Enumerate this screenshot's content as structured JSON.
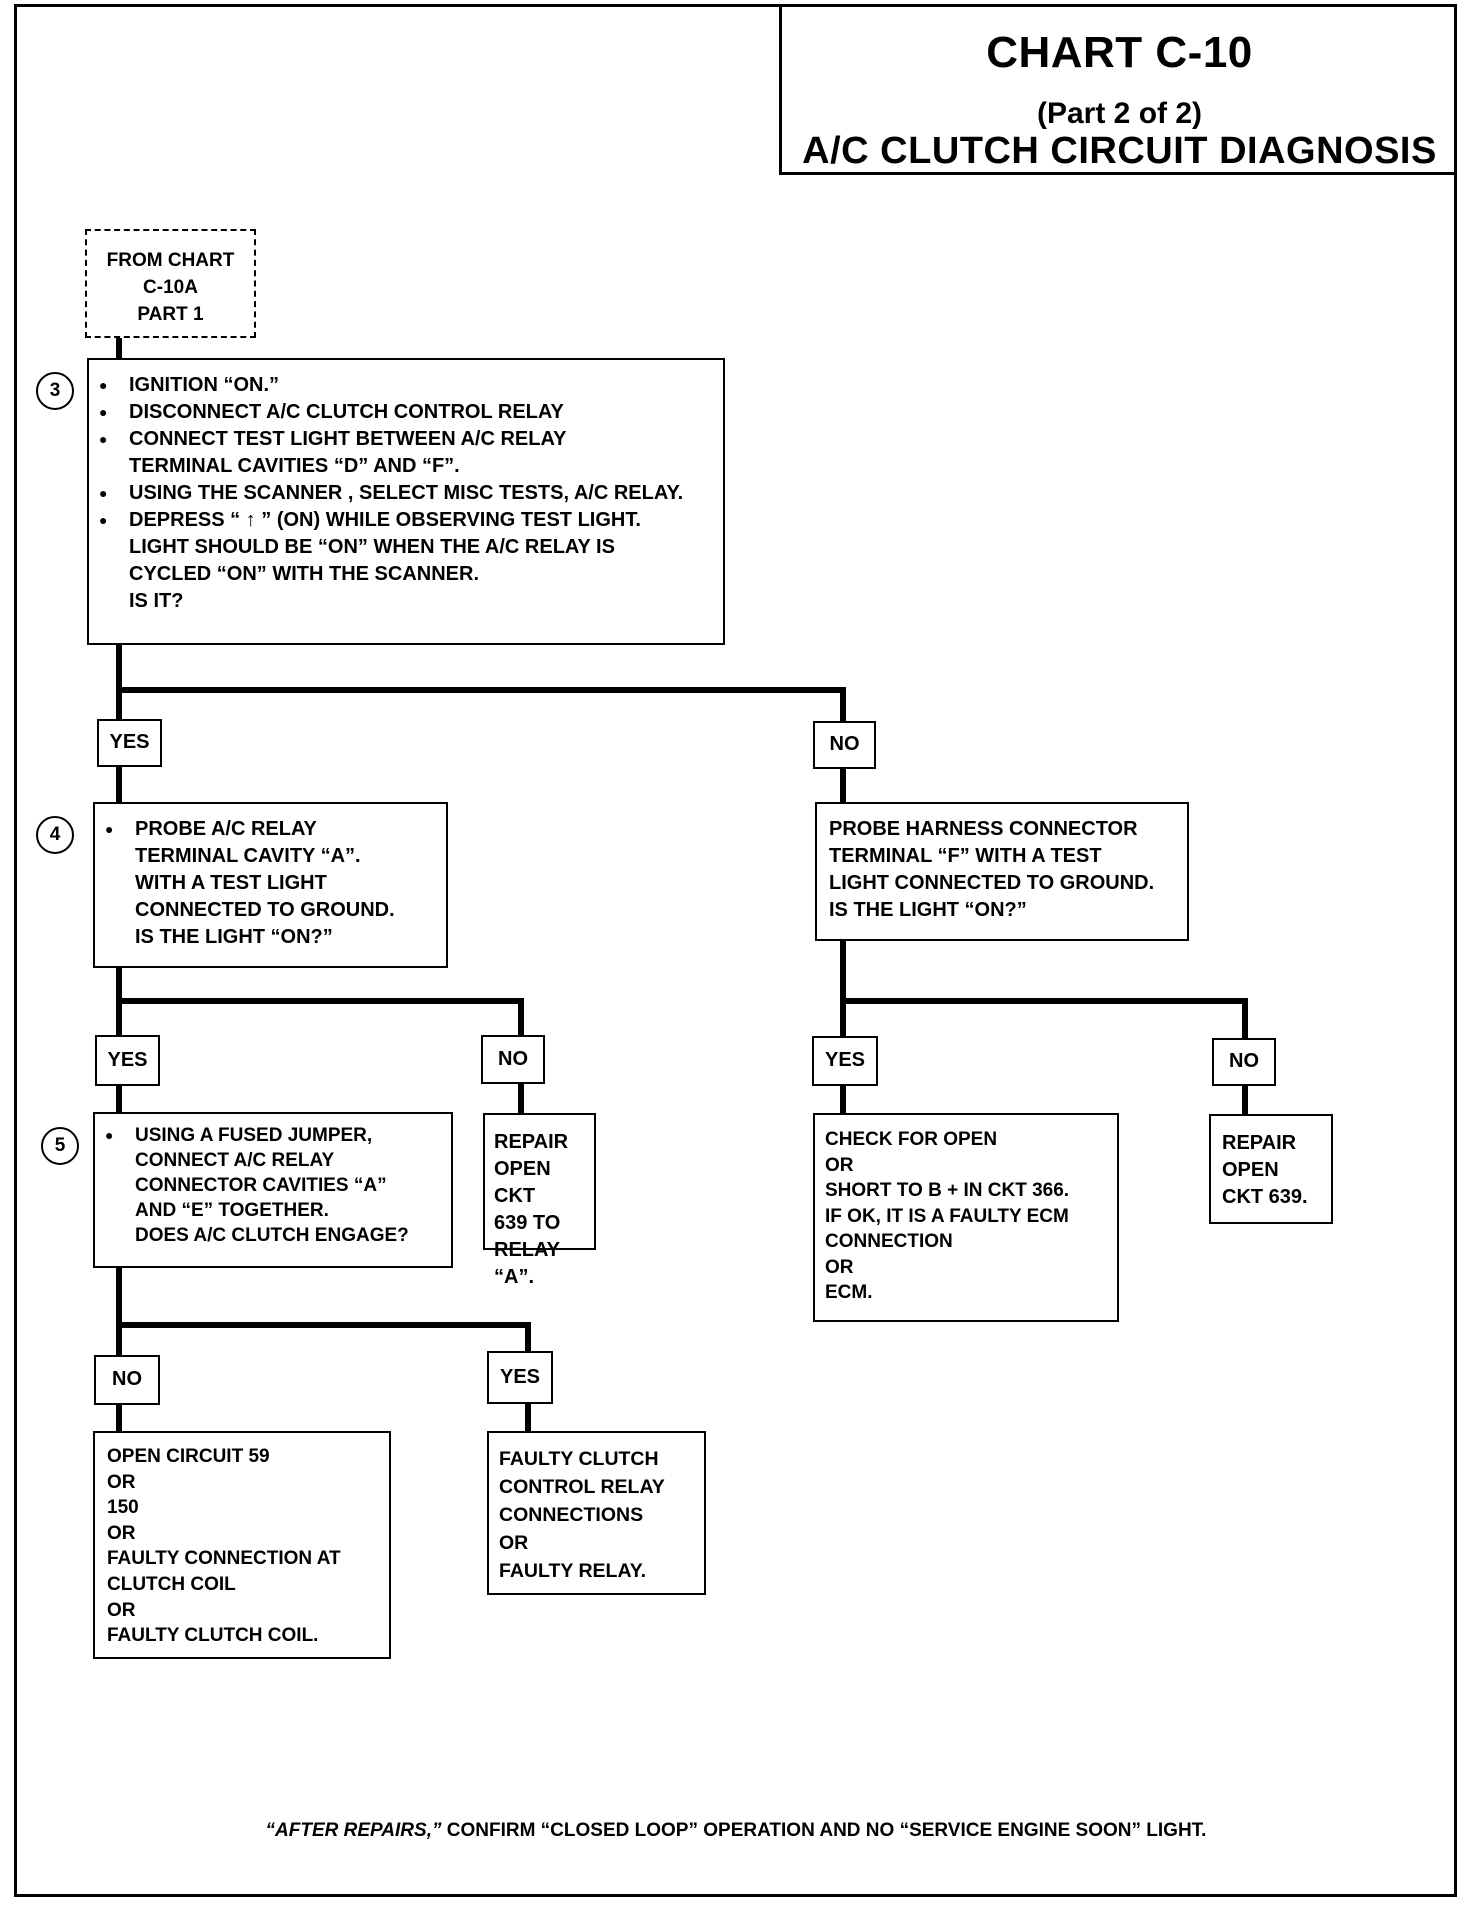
{
  "title": {
    "main": "CHART C-10",
    "part": "(Part 2 of 2)",
    "subtitle": "A/C CLUTCH CIRCUIT DIAGNOSIS"
  },
  "start": {
    "text": "FROM CHART\nC-10A\nPART 1"
  },
  "step3": {
    "number": "3",
    "items": [
      "IGNITION “ON.”",
      "DISCONNECT A/C CLUTCH CONTROL RELAY",
      "CONNECT TEST LIGHT BETWEEN A/C RELAY\nTERMINAL CAVITIES “D” AND “F”.",
      "USING THE SCANNER , SELECT MISC TESTS, A/C RELAY.",
      "DEPRESS “ ↑ ” (ON) WHILE OBSERVING TEST LIGHT.\nLIGHT SHOULD BE “ON” WHEN THE A/C RELAY IS\nCYCLED “ON” WITH THE SCANNER.\nIS IT?"
    ]
  },
  "step3_yes": "YES",
  "step3_no": "NO",
  "step4": {
    "number": "4",
    "text": "PROBE  A/C RELAY\nTERMINAL CAVITY “A”.\nWITH A TEST LIGHT\nCONNECTED TO GROUND.\nIS THE LIGHT “ON?”"
  },
  "probe_harness": "PROBE HARNESS CONNECTOR\nTERMINAL “F” WITH A TEST\nLIGHT CONNECTED TO GROUND.\nIS THE LIGHT “ON?”",
  "step4_yes": "YES",
  "step4_no": "NO",
  "harness_yes": "YES",
  "harness_no": "NO",
  "step5": {
    "number": "5",
    "text": "USING A FUSED JUMPER,\nCONNECT A/C RELAY\nCONNECTOR CAVITIES “A”\nAND “E”  TOGETHER.\nDOES A/C CLUTCH ENGAGE?"
  },
  "repair_639_relay": "REPAIR\nOPEN CKT\n639 TO\nRELAY “A”.",
  "check_open": "CHECK FOR OPEN\nOR\nSHORT TO B + IN CKT 366.\nIF OK, IT IS A FAULTY ECM\nCONNECTION\nOR\nECM.",
  "repair_639": "REPAIR\nOPEN\nCKT 639.",
  "step5_no": "NO",
  "step5_yes": "YES",
  "open_circuit": "OPEN CIRCUIT 59\nOR\n150\nOR\nFAULTY CONNECTION AT\nCLUTCH COIL\nOR\nFAULTY CLUTCH COIL.",
  "faulty_relay": "FAULTY CLUTCH\nCONTROL RELAY\nCONNECTIONS\nOR\nFAULTY RELAY.",
  "footer": {
    "emph": "“AFTER REPAIRS,”",
    "text": " CONFIRM “CLOSED LOOP” OPERATION AND NO “SERVICE ENGINE SOON” LIGHT."
  }
}
